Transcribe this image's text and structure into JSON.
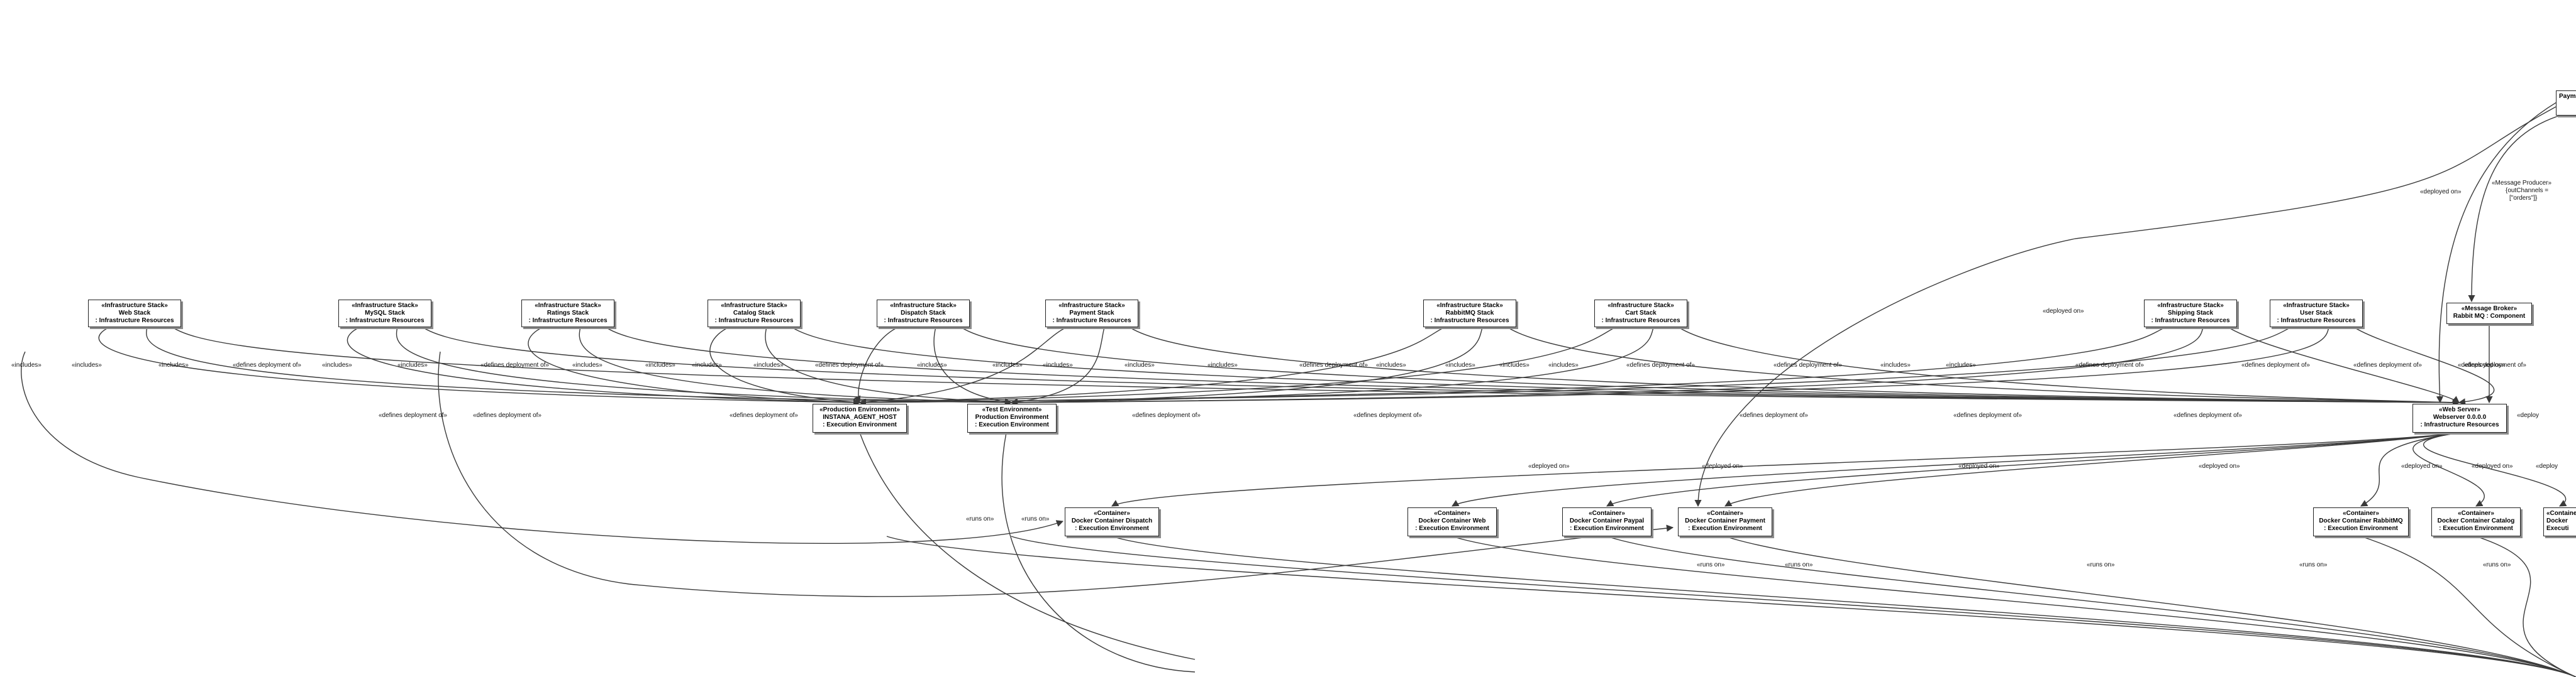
{
  "nodes": {
    "web_stack": {
      "stereotype": "«Infrastructure Stack»",
      "name": "Web Stack",
      "type": ": Infrastructure Resources"
    },
    "mysql_stack": {
      "stereotype": "«Infrastructure Stack»",
      "name": "MySQL Stack",
      "type": ": Infrastructure Resources"
    },
    "ratings_stack": {
      "stereotype": "«Infrastructure Stack»",
      "name": "Ratings Stack",
      "type": ": Infrastructure Resources"
    },
    "catalog_stack": {
      "stereotype": "«Infrastructure Stack»",
      "name": "Catalog Stack",
      "type": ": Infrastructure Resources"
    },
    "dispatch_stack": {
      "stereotype": "«Infrastructure Stack»",
      "name": "Dispatch Stack",
      "type": ": Infrastructure Resources"
    },
    "payment_stack": {
      "stereotype": "«Infrastructure Stack»",
      "name": "Payment Stack",
      "type": ": Infrastructure Resources"
    },
    "rabbitmq_stack": {
      "stereotype": "«Infrastructure Stack»",
      "name": "RabbitMQ Stack",
      "type": ": Infrastructure Resources"
    },
    "cart_stack": {
      "stereotype": "«Infrastructure Stack»",
      "name": "Cart Stack",
      "type": ": Infrastructure Resources"
    },
    "shipping_stack": {
      "stereotype": "«Infrastructure Stack»",
      "name": "Shipping Stack",
      "type": ": Infrastructure Resources"
    },
    "user_stack": {
      "stereotype": "«Infrastructure Stack»",
      "name": "User Stack",
      "type": ": Infrastructure Resources"
    },
    "message_broker": {
      "stereotype": "«Message Broker»",
      "name": "Rabbit MQ : Component",
      "type": ""
    },
    "payment_top": {
      "stereotype": "",
      "name": "Paym",
      "type": ""
    },
    "prod_env": {
      "stereotype": "«Production Environment»",
      "name": "INSTANA_AGENT_HOST",
      "type": ": Execution Environment"
    },
    "test_env": {
      "stereotype": "«Test Environment»",
      "name": "Production Environment",
      "type": ": Execution Environment"
    },
    "web_server": {
      "stereotype": "«Web Server»",
      "name": "Webserver 0.0.0.0",
      "type": ": Infrastructure Resources"
    },
    "dc_dispatch": {
      "stereotype": "«Container»",
      "name": "Docker Container Dispatch",
      "type": ": Execution Environment"
    },
    "dc_web": {
      "stereotype": "«Container»",
      "name": "Docker Container Web",
      "type": ": Execution Environment"
    },
    "dc_paypal": {
      "stereotype": "«Container»",
      "name": "Docker Container Paypal",
      "type": ": Execution Environment"
    },
    "dc_payment": {
      "stereotype": "«Container»",
      "name": "Docker Container Payment",
      "type": ": Execution Environment"
    },
    "dc_rabbitmq": {
      "stereotype": "«Container»",
      "name": "Docker Container RabbitMQ",
      "type": ": Execution Environment"
    },
    "dc_catalog": {
      "stereotype": "«Container»",
      "name": "Docker Container Catalog",
      "type": ": Execution Environment"
    },
    "dc_edge": {
      "stereotype": "«Container»",
      "name": "Docker",
      "type": "Executi"
    }
  },
  "edge_labels": {
    "includes": "«includes»",
    "defines": "«defines deployment of»",
    "deployed": "«deployed on»",
    "runs": "«runs on»",
    "producer_1": "«Message Producer»",
    "producer_2": "{outChannels =",
    "producer_3": "[\"orders\"]}",
    "deployed_cut": "«deploy"
  }
}
